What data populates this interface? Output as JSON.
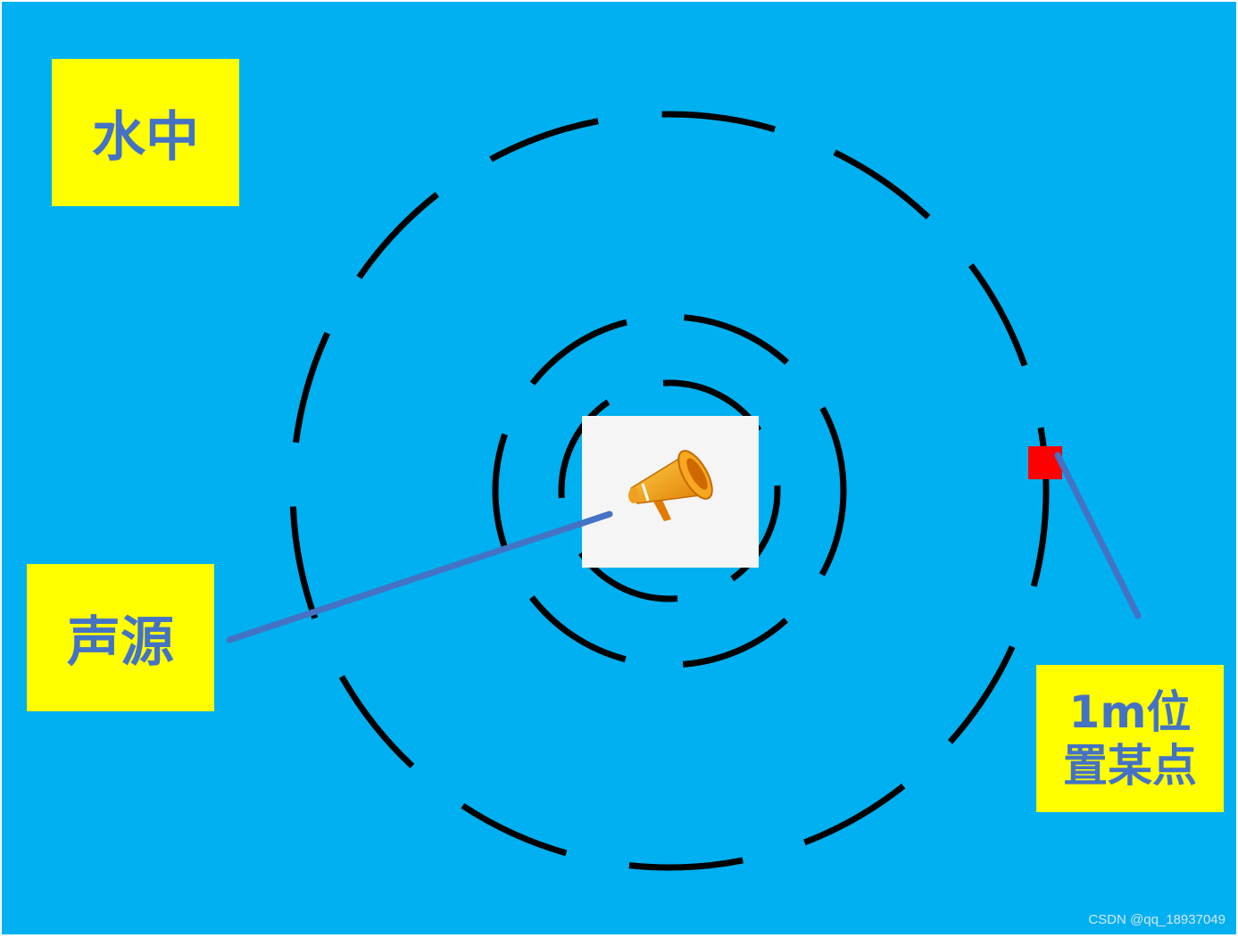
{
  "labels": {
    "water": "水中",
    "source": "声源",
    "point_line1": "1m位",
    "point_line2": "置某点"
  },
  "watermark": "CSDN @qq_18937049",
  "icons": {
    "source": "megaphone-icon",
    "measure_point": "red-square-marker"
  },
  "colors": {
    "background": "#00b0f0",
    "label_fill": "#ffff00",
    "label_text": "#4472c4",
    "wave_rings": "#000000",
    "pointer_lines": "#4472c4",
    "marker": "#ff0000",
    "icon_bg": "#f5f5f5"
  }
}
